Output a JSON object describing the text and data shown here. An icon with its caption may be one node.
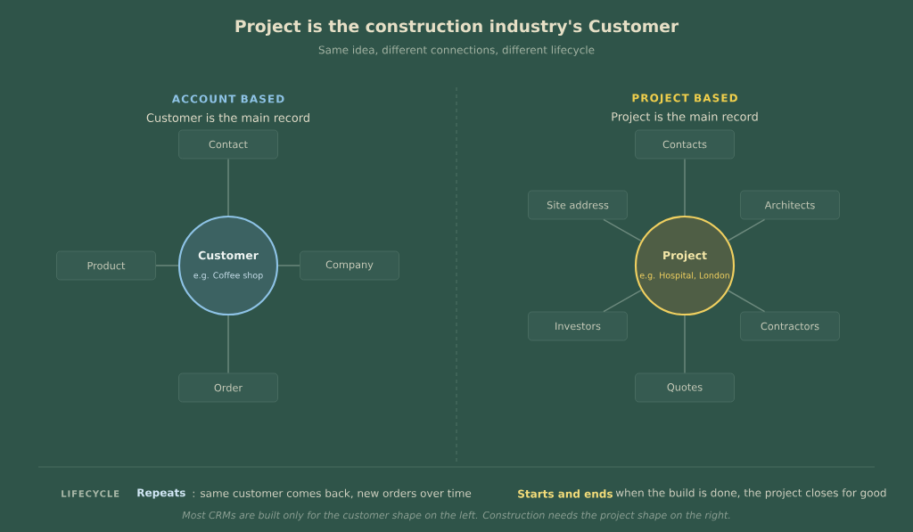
{
  "diagram": {
    "title": "Project is the construction industry's Customer",
    "caption": "Most CRMs are built only for the customer shape on the left. Construction needs the project shape on the right.",
    "nodes": [
      {
        "text": [
          "Contact"
        ]
      },
      {
        "text": [
          "Product"
        ]
      },
      {
        "text": [
          "Customer",
          "e.g. Coffee shop"
        ]
      },
      {
        "text": [
          "Company"
        ]
      },
      {
        "text": [
          "Order"
        ]
      },
      {
        "text": [
          "Contacts"
        ]
      },
      {
        "text": [
          "Site address"
        ]
      },
      {
        "text": [
          "Architects"
        ]
      },
      {
        "text": [
          "Project",
          "e.g. Hospital, London"
        ]
      },
      {
        "text": [
          "Investors"
        ]
      },
      {
        "text": [
          "Contractors"
        ]
      },
      {
        "text": [
          "Quotes"
        ]
      }
    ],
    "edges": [
      {
        "from": 2,
        "to": 0,
        "arrow": "none"
      },
      {
        "from": 2,
        "to": 1,
        "arrow": "none"
      },
      {
        "from": 2,
        "to": 3,
        "arrow": "none"
      },
      {
        "from": 2,
        "to": 4,
        "arrow": "none"
      },
      {
        "from": 8,
        "to": 5,
        "arrow": "none"
      },
      {
        "from": 8,
        "to": 6,
        "arrow": "none"
      },
      {
        "from": 8,
        "to": 7,
        "arrow": "none"
      },
      {
        "from": 8,
        "to": 9,
        "arrow": "none"
      },
      {
        "from": 8,
        "to": 10,
        "arrow": "none"
      },
      {
        "from": 8,
        "to": 11,
        "arrow": "none"
      }
    ],
    "labels": [
      "Same idea, different connections, different lifecycle",
      "ACCOUNT BASED",
      "Customer is the main record",
      "PROJECT BASED",
      "Project is the main record",
      "LIFECYCLE",
      "Repeats",
      ": same customer comes back, new orders over time",
      "Starts and ends",
      "when the build is done, the project closes for good"
    ]
  }
}
